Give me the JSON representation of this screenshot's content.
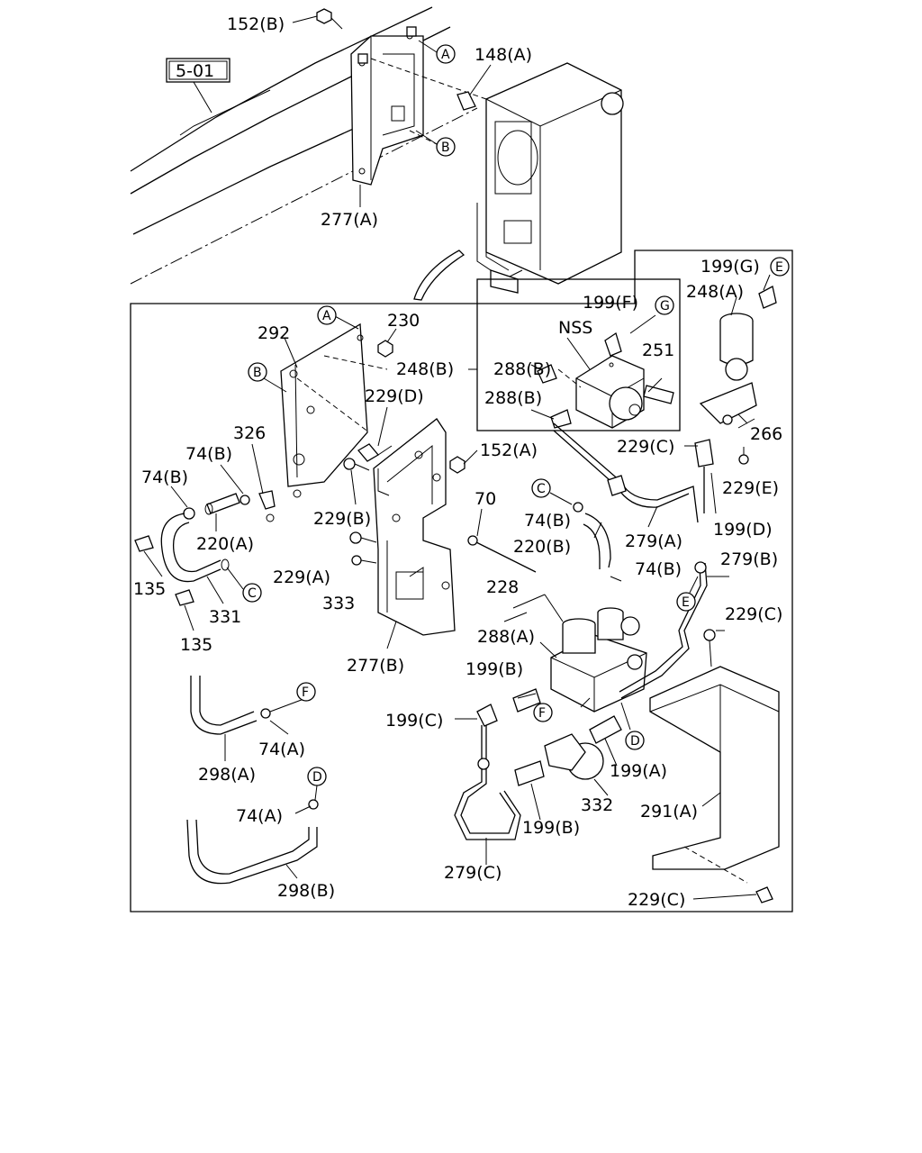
{
  "ref_box": "5-01",
  "labels": {
    "l152B": "152(B)",
    "l148A": "148(A)",
    "l277A": "277(A)",
    "l199G": "199(G)",
    "l248A": "248(A)",
    "l199F": "199(F)",
    "lNSS": "NSS",
    "l251": "251",
    "l288B1": "288(B)",
    "l248B": "248(B)",
    "l288B2": "288(B)",
    "l292": "292",
    "l230": "230",
    "l229D": "229(D)",
    "l152A": "152(A)",
    "l229C1": "229(C)",
    "l266": "266",
    "l229E": "229(E)",
    "l326": "326",
    "l74B1": "74(B)",
    "l74B2": "74(B)",
    "l220A": "220(A)",
    "l135a": "135",
    "l331": "331",
    "l135b": "135",
    "l229B1": "229(B)",
    "l70": "70",
    "l74B3": "74(B)",
    "l220B": "220(B)",
    "l279A": "279(A)",
    "l199D": "199(D)",
    "l229A": "229(A)",
    "l333": "333",
    "l74B4": "74(B)",
    "l279B": "279(B)",
    "l228": "228",
    "l229C2": "229(C)",
    "l288A": "288(A)",
    "l277B": "277(B)",
    "l199B1": "199(B)",
    "l199C": "199(C)",
    "l74A1": "74(A)",
    "l199A": "199(A)",
    "l298A": "298(A)",
    "l332": "332",
    "l291A": "291(A)",
    "l74A2": "74(A)",
    "l199B2": "199(B)",
    "l279C": "279(C)",
    "l298B": "298(B)",
    "l229C3": "229(C)"
  },
  "circles": {
    "cA1": "A",
    "cB1": "B",
    "cA2": "A",
    "cB2": "B",
    "cE1": "E",
    "cG": "G",
    "cC1": "C",
    "cC2": "C",
    "cE2": "E",
    "cF1": "F",
    "cF2": "F",
    "cD1": "D",
    "cD2": "D"
  }
}
